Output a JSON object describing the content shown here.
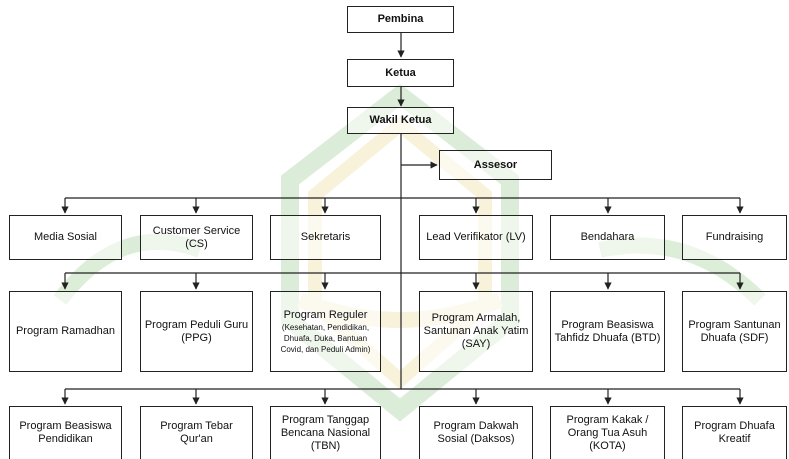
{
  "nodes": {
    "pembina": "Pembina",
    "ketua": "Ketua",
    "wakil_ketua": "Wakil Ketua",
    "assesor": "Assesor",
    "row1": {
      "media_sosial": "Media Sosial",
      "customer_service": "Customer Service (CS)",
      "sekretaris": "Sekretaris",
      "lead_verifikator": "Lead Verifikator (LV)",
      "bendahara": "Bendahara",
      "fundraising": "Fundraising"
    },
    "row2": {
      "ramadhan": "Program Ramadhan",
      "peduli_guru": "Program Peduli Guru (PPG)",
      "reguler_title": "Program Reguler",
      "reguler_detail": "(Kesehatan, Pendidikan, Dhuafa, Duka, Bantuan Covid, dan Peduli Admin)",
      "armalah": "Program Armalah, Santunan Anak Yatim (SAY)",
      "beasiswa_tahfidz": "Program Beasiswa Tahfidz Dhuafa (BTD)",
      "santunan_dhuafa": "Program Santunan Dhuafa (SDF)"
    },
    "row3": {
      "beasiswa_pendidikan": "Program Beasiswa Pendidikan",
      "tebar_quran": "Program Tebar Qur'an",
      "tanggap_bencana": "Program Tanggap Bencana Nasional (TBN)",
      "dakwah_sosial": "Program Dakwah Sosial (Daksos)",
      "kakak_asuh": "Program Kakak / Orang Tua Asuh (KOTA)",
      "dhuafa_kreatif": "Program Dhuafa Kreatif"
    }
  },
  "colors": {
    "line": "#222222",
    "watermark_green": "#b9dcb2",
    "watermark_gold": "#f3e6b8"
  }
}
